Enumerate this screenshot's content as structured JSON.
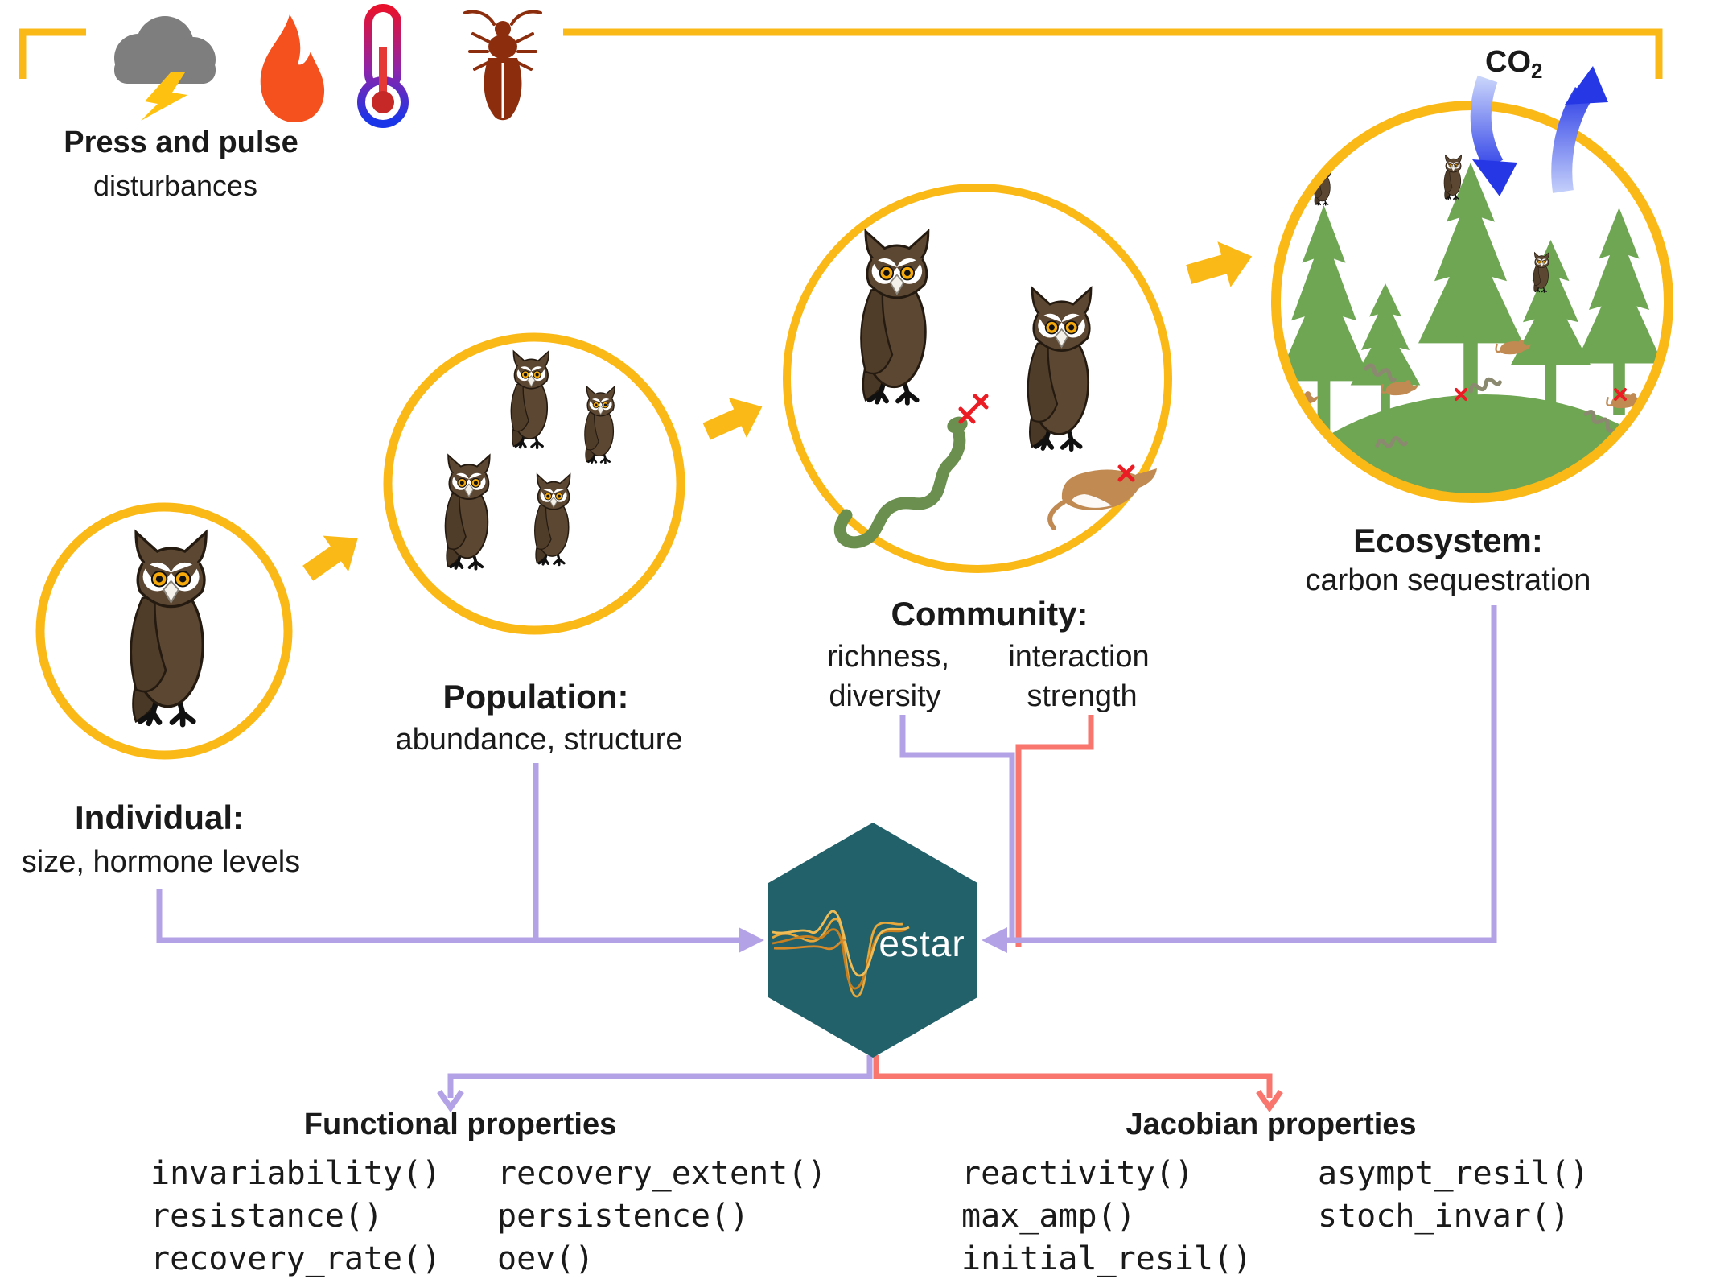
{
  "disturbances": {
    "title": "Press and pulse",
    "subtitle": "disturbances",
    "icons": [
      "storm-cloud-lightning-icon",
      "fire-icon",
      "thermometer-icon",
      "bark-beetle-icon"
    ]
  },
  "levels": {
    "individual": {
      "title": "Individual:",
      "subtitle": "size, hormone levels"
    },
    "population": {
      "title": "Population:",
      "subtitle": "abundance, structure"
    },
    "community": {
      "title": "Community:",
      "metric_left_line1": "richness,",
      "metric_left_line2": "diversity",
      "metric_right_line1": "interaction",
      "metric_right_line2": "strength"
    },
    "ecosystem": {
      "title": "Ecosystem:",
      "subtitle": "carbon sequestration",
      "gas_label": "CO",
      "gas_subscript": "2"
    }
  },
  "logo": {
    "name": "estar"
  },
  "properties": {
    "functional": {
      "title": "Functional properties",
      "col1": [
        "invariability()",
        "resistance()",
        "recovery_rate()"
      ],
      "col2": [
        "recovery_extent()",
        "persistence()",
        "oev()"
      ]
    },
    "jacobian": {
      "title": "Jacobian properties",
      "col1": [
        "reactivity()",
        "max_amp()",
        "initial_resil()"
      ],
      "col2": [
        "asympt_resil()",
        "stoch_invar()"
      ]
    }
  },
  "colors": {
    "accent_yellow": "#FBB917",
    "arrow_purple": "#B3A2E6",
    "arrow_red": "#F8766D",
    "hex_teal": "#23616A",
    "tree_green": "#6FA653",
    "co2_blue": "#2638E6",
    "owl_brown": "#5C4732"
  }
}
